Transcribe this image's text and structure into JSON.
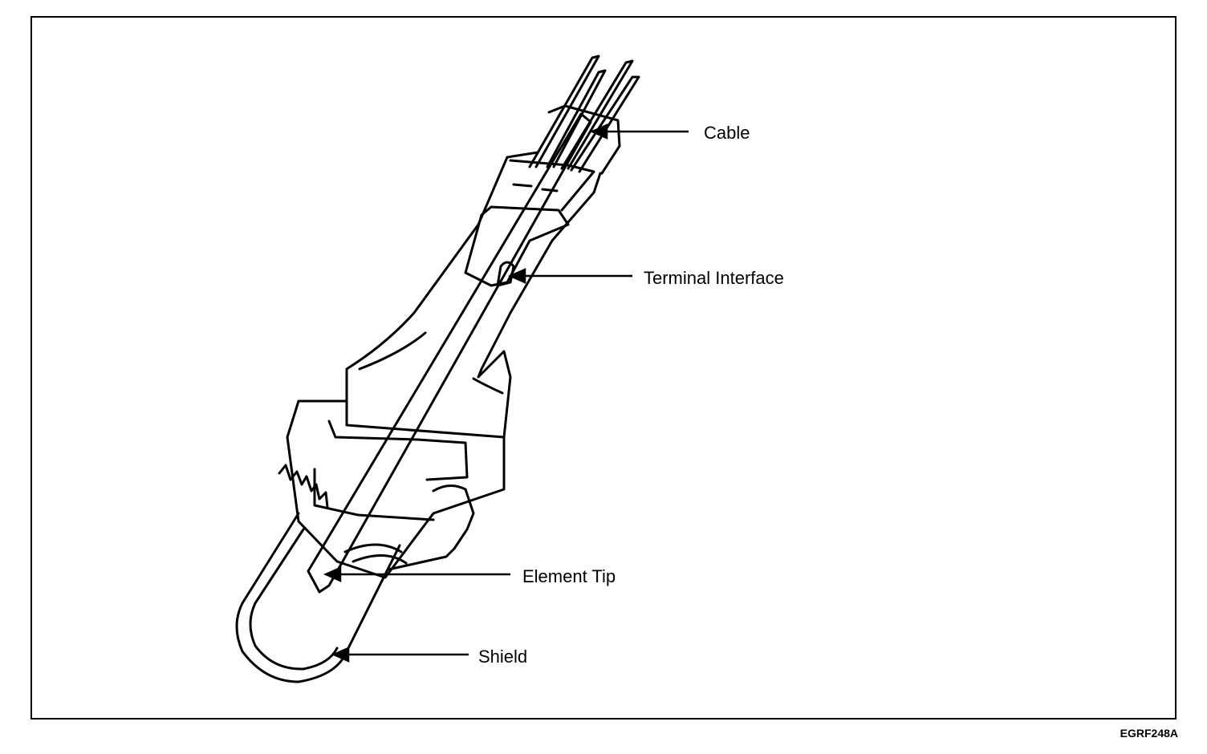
{
  "labels": {
    "cable": "Cable",
    "terminal_interface": "Terminal Interface",
    "element_tip": "Element Tip",
    "shield": "Shield"
  },
  "figure_code": "EGRF248A",
  "colors": {
    "line": "#000000",
    "background": "#ffffff"
  }
}
